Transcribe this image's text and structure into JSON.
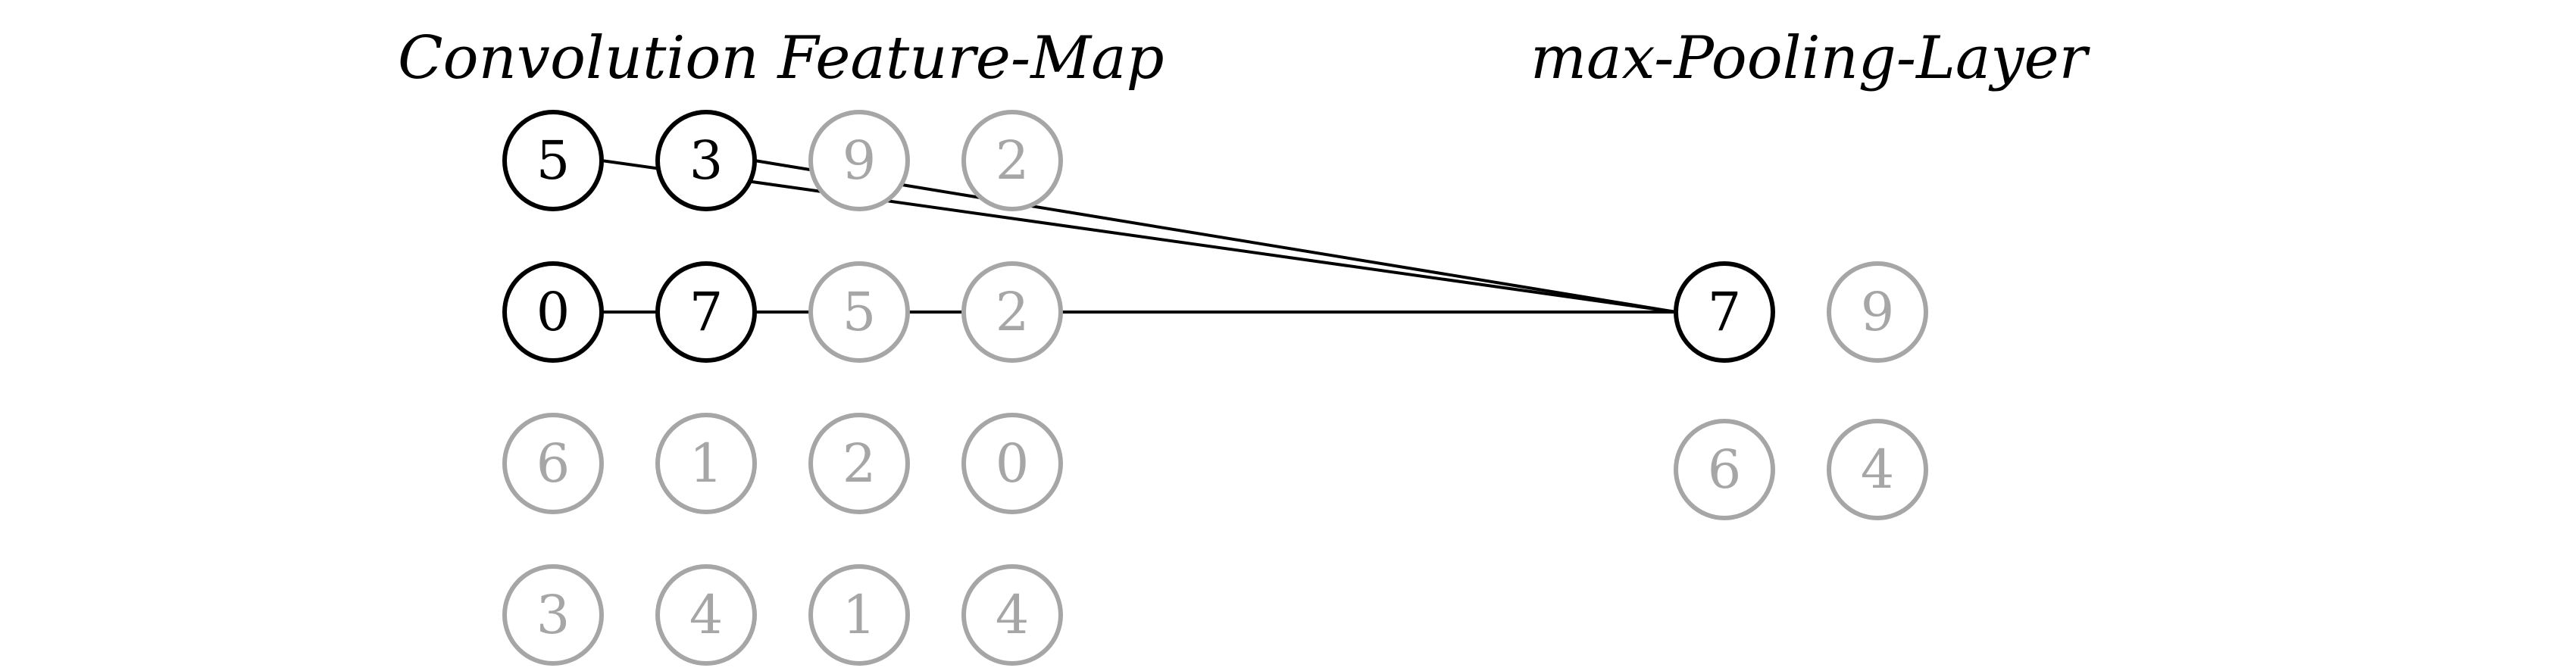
{
  "titles": {
    "feature_map": "Convolution Feature-Map",
    "pooling_layer": "max-Pooling-Layer"
  },
  "feature_map": {
    "rows": [
      [
        "5",
        "3",
        "9",
        "2"
      ],
      [
        "0",
        "7",
        "5",
        "2"
      ],
      [
        "6",
        "1",
        "2",
        "0"
      ],
      [
        "3",
        "4",
        "1",
        "4"
      ]
    ],
    "active_cells": [
      [
        0,
        0
      ],
      [
        0,
        1
      ],
      [
        1,
        0
      ],
      [
        1,
        1
      ]
    ]
  },
  "pooling": {
    "rows": [
      [
        "7",
        "9"
      ],
      [
        "6",
        "4"
      ]
    ],
    "active_cells": [
      [
        0,
        0
      ]
    ]
  },
  "connections": [
    {
      "from": [
        0,
        0
      ],
      "to": [
        0,
        0
      ]
    },
    {
      "from": [
        0,
        1
      ],
      "to": [
        0,
        0
      ]
    },
    {
      "from": [
        1,
        0
      ],
      "to": [
        0,
        0
      ]
    },
    {
      "from": [
        1,
        1
      ],
      "to": [
        0,
        0
      ]
    }
  ],
  "colors": {
    "active": "#000000",
    "inactive": "#a6a6a6"
  }
}
